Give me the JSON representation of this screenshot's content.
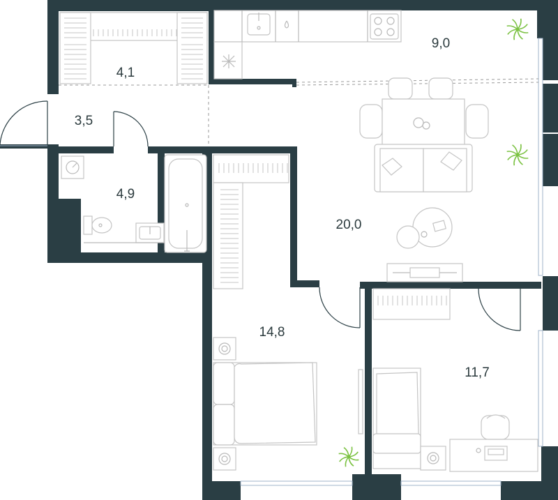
{
  "floorplan": {
    "rooms": [
      {
        "id": "wardrobe",
        "area": "4,1"
      },
      {
        "id": "hall",
        "area": "3,5"
      },
      {
        "id": "bathroom",
        "area": "4,9"
      },
      {
        "id": "kitchen",
        "area": "9,0"
      },
      {
        "id": "living",
        "area": "20,0"
      },
      {
        "id": "bedroom-main",
        "area": "14,8"
      },
      {
        "id": "bedroom-small",
        "area": "11,7"
      }
    ]
  },
  "colors": {
    "wall": "#2a3e44",
    "furniture_stroke": "#c4c4c4",
    "plant": "#7cc243",
    "window": "#9fb3c8",
    "label": "#2b3a3d"
  },
  "icons": [
    "bathtub-icon",
    "toilet-icon",
    "sink-icon",
    "washer-icon",
    "stove-icon",
    "kitchen-sink-icon",
    "dining-table-icon",
    "sofa-icon",
    "coffee-table-icon",
    "tv-stand-icon",
    "double-bed-icon",
    "single-bed-icon",
    "desk-icon",
    "office-chair-icon",
    "wardrobe-icon",
    "plant-icon"
  ]
}
